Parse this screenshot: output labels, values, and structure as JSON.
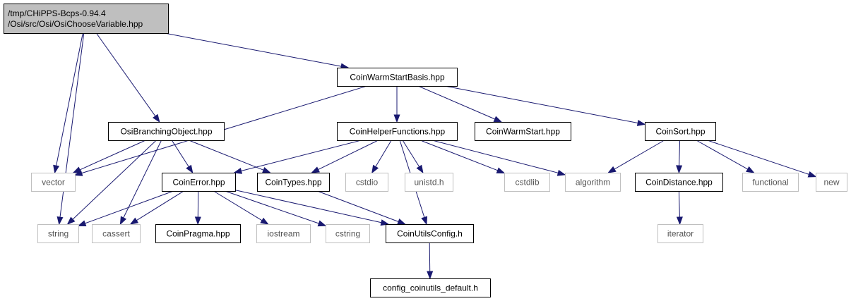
{
  "colors": {
    "edge": "#191970",
    "root_fill": "#bfbfbf",
    "node_border": "#000000",
    "external_border": "#bfbfbf",
    "background": "#ffffff"
  },
  "nodes": {
    "root": {
      "lines": [
        "/tmp/CHiPPS-Bcps-0.94.4",
        "/Osi/src/Osi/OsiChooseVariable.hpp"
      ],
      "kind": "root"
    },
    "cwsb": {
      "lines": [
        "CoinWarmStartBasis.hpp"
      ],
      "kind": "header"
    },
    "obo": {
      "lines": [
        "OsiBranchingObject.hpp"
      ],
      "kind": "header"
    },
    "chf": {
      "lines": [
        "CoinHelperFunctions.hpp"
      ],
      "kind": "header"
    },
    "cws": {
      "lines": [
        "CoinWarmStart.hpp"
      ],
      "kind": "header"
    },
    "csort": {
      "lines": [
        "CoinSort.hpp"
      ],
      "kind": "header"
    },
    "vector": {
      "lines": [
        "vector"
      ],
      "kind": "external"
    },
    "cerr": {
      "lines": [
        "CoinError.hpp"
      ],
      "kind": "header"
    },
    "ctypes": {
      "lines": [
        "CoinTypes.hpp"
      ],
      "kind": "header"
    },
    "cstdio": {
      "lines": [
        "cstdio"
      ],
      "kind": "external"
    },
    "unistd": {
      "lines": [
        "unistd.h"
      ],
      "kind": "external"
    },
    "cstdlib": {
      "lines": [
        "cstdlib"
      ],
      "kind": "external"
    },
    "algorithm": {
      "lines": [
        "algorithm"
      ],
      "kind": "external"
    },
    "cdist": {
      "lines": [
        "CoinDistance.hpp"
      ],
      "kind": "header"
    },
    "functional": {
      "lines": [
        "functional"
      ],
      "kind": "external"
    },
    "new": {
      "lines": [
        "new"
      ],
      "kind": "external"
    },
    "string": {
      "lines": [
        "string"
      ],
      "kind": "external"
    },
    "cassert": {
      "lines": [
        "cassert"
      ],
      "kind": "external"
    },
    "cpragma": {
      "lines": [
        "CoinPragma.hpp"
      ],
      "kind": "header"
    },
    "iostream": {
      "lines": [
        "iostream"
      ],
      "kind": "external"
    },
    "cstring": {
      "lines": [
        "cstring"
      ],
      "kind": "external"
    },
    "cuc": {
      "lines": [
        "CoinUtilsConfig.h"
      ],
      "kind": "header"
    },
    "iterator": {
      "lines": [
        "iterator"
      ],
      "kind": "external"
    },
    "ccd": {
      "lines": [
        "config_coinutils_default.h"
      ],
      "kind": "header"
    }
  },
  "edges": [
    [
      "root",
      "cwsb"
    ],
    [
      "root",
      "vector"
    ],
    [
      "root",
      "string"
    ],
    [
      "root",
      "obo"
    ],
    [
      "cwsb",
      "vector"
    ],
    [
      "cwsb",
      "chf"
    ],
    [
      "cwsb",
      "cws"
    ],
    [
      "cwsb",
      "csort"
    ],
    [
      "obo",
      "vector"
    ],
    [
      "obo",
      "string"
    ],
    [
      "obo",
      "cassert"
    ],
    [
      "obo",
      "cerr"
    ],
    [
      "obo",
      "ctypes"
    ],
    [
      "chf",
      "cerr"
    ],
    [
      "chf",
      "ctypes"
    ],
    [
      "chf",
      "cstdio"
    ],
    [
      "chf",
      "unistd"
    ],
    [
      "chf",
      "cstdlib"
    ],
    [
      "chf",
      "algorithm"
    ],
    [
      "chf",
      "cuc"
    ],
    [
      "csort",
      "algorithm"
    ],
    [
      "csort",
      "cdist"
    ],
    [
      "csort",
      "functional"
    ],
    [
      "csort",
      "new"
    ],
    [
      "cerr",
      "string"
    ],
    [
      "cerr",
      "cassert"
    ],
    [
      "cerr",
      "cpragma"
    ],
    [
      "cerr",
      "iostream"
    ],
    [
      "cerr",
      "cstring"
    ],
    [
      "cerr",
      "cuc"
    ],
    [
      "ctypes",
      "cuc"
    ],
    [
      "cdist",
      "iterator"
    ],
    [
      "cuc",
      "ccd"
    ]
  ]
}
